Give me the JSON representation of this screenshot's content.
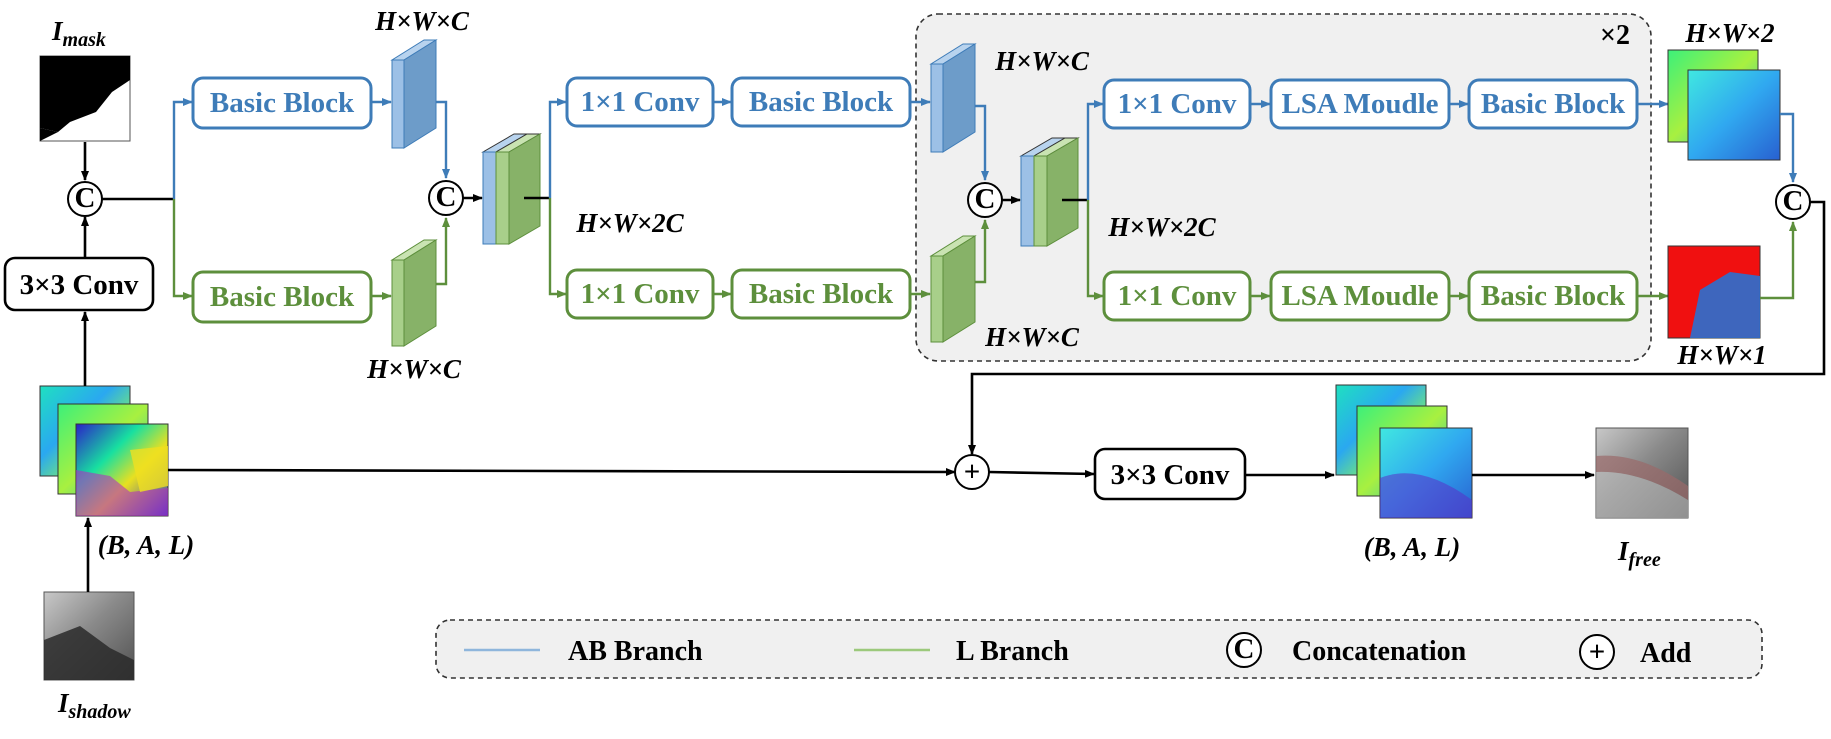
{
  "inputs": {
    "mask_label": "I",
    "mask_sub": "mask",
    "shadow_label": "I",
    "shadow_sub": "shadow",
    "free_label": "I",
    "free_sub": "free"
  },
  "blocks": {
    "stem_conv": "3×3 Conv",
    "basic_block": "Basic Block",
    "conv1x1": "1×1 Conv",
    "lsa_module": "LSA Moudle",
    "final_conv": "3×3 Conv"
  },
  "labels": {
    "hwc": "H×W×C",
    "hw2c": "H×W×2C",
    "hw2": "H×W×2",
    "hw1": "H×W×1",
    "bal": "(B, A, L)",
    "repeat": "×2"
  },
  "symbols": {
    "concat": "C",
    "add": "+"
  },
  "legend": {
    "ab_branch": "AB Branch",
    "l_branch": "L Branch",
    "concatenation": "Concatenation",
    "add": "Add"
  },
  "colors": {
    "ab_branch": "#3e7cb8",
    "l_branch": "#5d8f3c",
    "dashed_region": "#f0f0f0"
  }
}
